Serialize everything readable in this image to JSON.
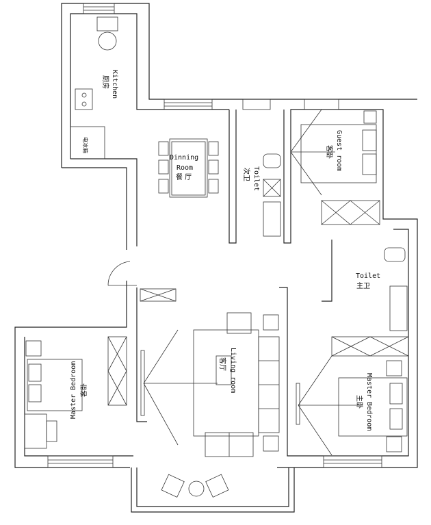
{
  "title": "Apartment floor plan",
  "rooms": {
    "kitchen": {
      "en": "Kitchen",
      "cn": "厨房"
    },
    "fridge": {
      "cn": "电冰箱"
    },
    "dining": {
      "en1": "Dinning",
      "en2": "Room",
      "cn": "餐 厅"
    },
    "toilet2": {
      "en": "Toilet",
      "cn": "次卫"
    },
    "guest": {
      "en": "Guest room",
      "cn": "客卧"
    },
    "toilet1": {
      "en": "Toilet",
      "cn": "主卫"
    },
    "living": {
      "en": "Living room",
      "cn": "客厅"
    },
    "bedroom_left": {
      "en": "Master Bedroom",
      "cn": "客卧"
    },
    "bedroom_right": {
      "en": "Master Bedroom",
      "cn": "主卧"
    }
  }
}
